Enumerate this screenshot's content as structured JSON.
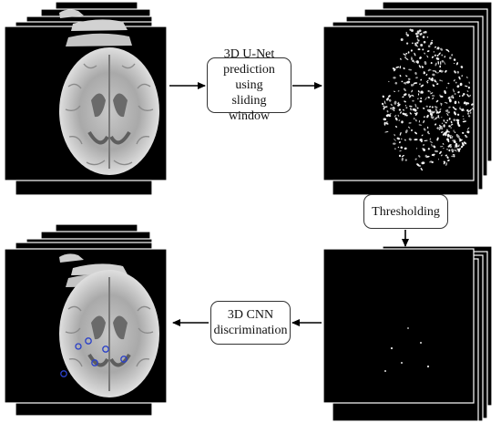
{
  "steps": {
    "unet": "3D U-Net\nprediction using\nsliding window",
    "thresholding": "Thresholding",
    "cnn": "3D CNN\ndiscrimination"
  },
  "colors": {
    "slice_background": "#000000",
    "slice_border": "#ffffff",
    "arrow": "#000000",
    "box_border": "#333333",
    "detection_marker": "#2a40c8"
  },
  "stacks": [
    {
      "name": "input-mri-stack",
      "content": "brain-slice"
    },
    {
      "name": "unet-prediction-stack",
      "content": "speckle-map"
    },
    {
      "name": "thresholded-stack",
      "content": "sparse-dots"
    },
    {
      "name": "cnn-result-stack",
      "content": "brain-slice-with-detections"
    }
  ]
}
